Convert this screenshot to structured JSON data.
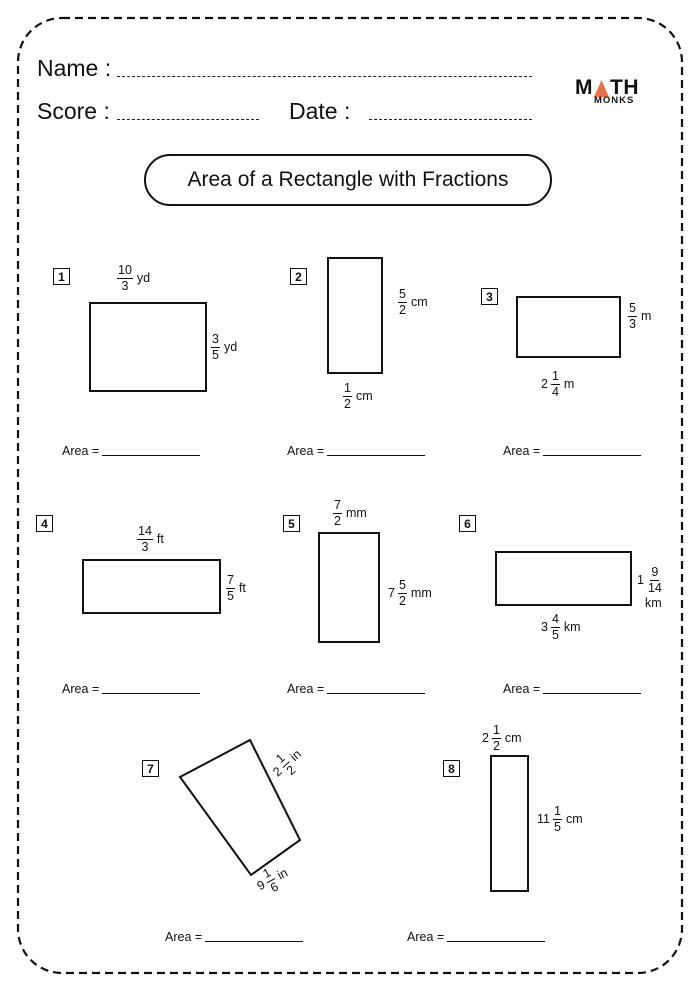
{
  "header": {
    "name_label": "Name :",
    "score_label": "Score :",
    "date_label": "Date :"
  },
  "logo": {
    "top_left": "M",
    "top_right": "TH",
    "bottom": "MONKS",
    "accent": "#e8734a"
  },
  "title": "Area of a Rectangle with Fractions",
  "area_label": "Area =",
  "problems": [
    {
      "number": "1",
      "w": {
        "n": "10",
        "d": "3",
        "unit": "yd"
      },
      "h": {
        "n": "3",
        "d": "5",
        "unit": "yd"
      }
    },
    {
      "number": "2",
      "h": {
        "n": "5",
        "d": "2",
        "unit": "cm"
      },
      "w": {
        "n": "1",
        "d": "2",
        "unit": "cm"
      }
    },
    {
      "number": "3",
      "h": {
        "n": "5",
        "d": "3",
        "unit": "m"
      },
      "w": {
        "whole": "2",
        "n": "1",
        "d": "4",
        "unit": "m"
      }
    },
    {
      "number": "4",
      "w": {
        "n": "14",
        "d": "3",
        "unit": "ft"
      },
      "h": {
        "n": "7",
        "d": "5",
        "unit": "ft"
      }
    },
    {
      "number": "5",
      "w": {
        "n": "7",
        "d": "2",
        "unit": "mm"
      },
      "h": {
        "whole": "7",
        "n": "5",
        "d": "2",
        "unit": "mm"
      }
    },
    {
      "number": "6",
      "h": {
        "whole": "1",
        "n": "9",
        "d": "14",
        "unit": "km"
      },
      "w": {
        "whole": "3",
        "n": "4",
        "d": "5",
        "unit": "km"
      }
    },
    {
      "number": "7",
      "a": {
        "whole": "2",
        "n": "1",
        "d": "2",
        "unit": "in"
      },
      "b": {
        "whole": "9",
        "n": "1",
        "d": "6",
        "unit": "in"
      }
    },
    {
      "number": "8",
      "w": {
        "whole": "2",
        "n": "1",
        "d": "2",
        "unit": "cm"
      },
      "h": {
        "whole": "11",
        "n": "1",
        "d": "5",
        "unit": "cm"
      }
    }
  ]
}
